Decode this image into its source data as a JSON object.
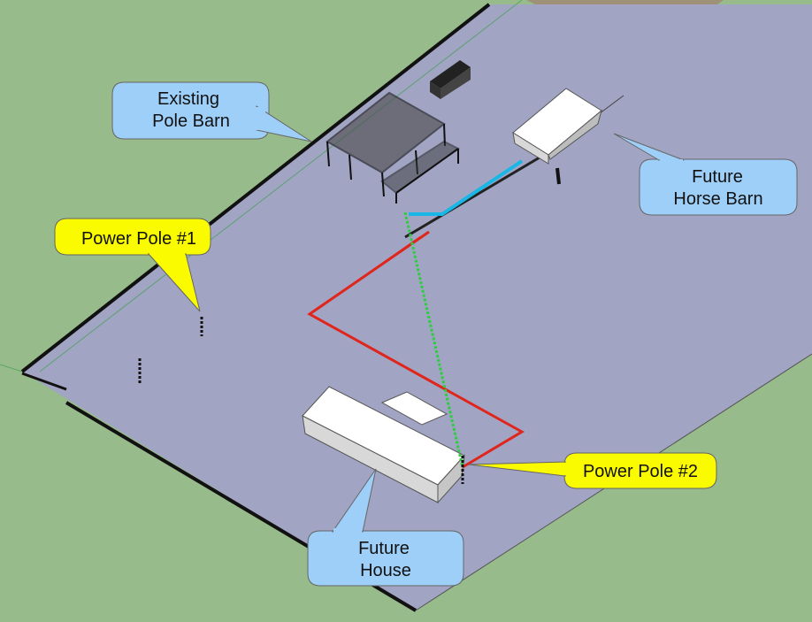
{
  "colors": {
    "grass": "#97bb8b",
    "lot": "#a1a4c2",
    "dirt": "#9f9178",
    "blue_callout": "#9ecff8",
    "yellow_callout": "#fbfb00",
    "red_line": "#e0251d",
    "green_line": "#2ecc40",
    "cyan_line": "#19b7e6"
  },
  "labels": {
    "existing_pole_barn": {
      "line1": "Existing",
      "line2": "Pole Barn"
    },
    "future_horse_barn": {
      "line1": "Future",
      "line2": "Horse Barn"
    },
    "power_pole_1": "Power Pole #1",
    "power_pole_2": "Power Pole #2",
    "future_house": {
      "line1": "Future",
      "line2": "House"
    }
  }
}
